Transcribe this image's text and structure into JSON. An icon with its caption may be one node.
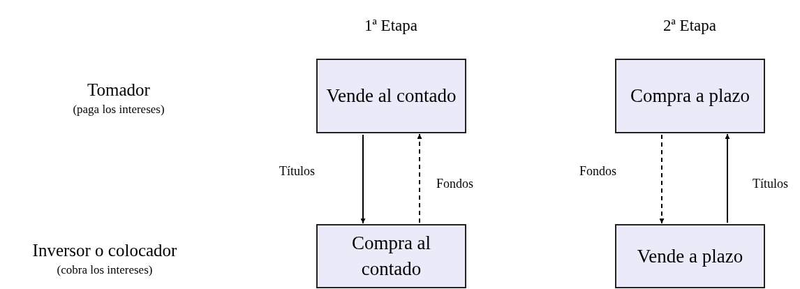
{
  "diagram": {
    "nodes": [
      {
        "text": [
          "Vende al contado"
        ]
      },
      {
        "text": [
          "Compra al contado"
        ]
      },
      {
        "text": [
          "Compra a plazo"
        ]
      },
      {
        "text": [
          "Vende a plazo"
        ]
      }
    ],
    "edges": [
      {
        "from": 0,
        "to": 1,
        "arrow": "to",
        "label": "Títulos"
      },
      {
        "from": 1,
        "to": 0,
        "arrow": "to",
        "label": "Fondos",
        "style": "dashed"
      },
      {
        "from": 2,
        "to": 3,
        "arrow": "to",
        "label": "Fondos",
        "style": "dashed"
      },
      {
        "from": 3,
        "to": 2,
        "arrow": "to",
        "label": "Títulos"
      }
    ],
    "labels": [
      "1ª Etapa",
      "2ª Etapa",
      "Tomador",
      "(paga los intereses)",
      "Inversor o colocador",
      "(cobra los intereses)"
    ]
  }
}
